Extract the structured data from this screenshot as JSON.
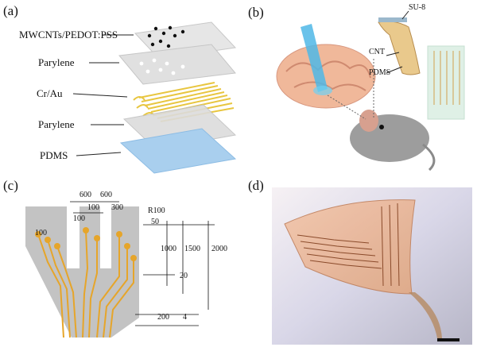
{
  "panel_labels": {
    "a": "(a)",
    "b": "(b)",
    "c": "(c)",
    "d": "(d)"
  },
  "panel_a": {
    "layers": [
      "MWCNTs/PEDOT:PSS",
      "Parylene",
      "Cr/Au",
      "Parylene",
      "PDMS"
    ]
  },
  "panel_b": {
    "labels": [
      "SU-8",
      "CNT",
      "PDMS"
    ]
  },
  "panel_c": {
    "dimensions": [
      "600",
      "600",
      "100",
      "300",
      "100",
      "R100",
      "50",
      "100",
      "1000",
      "1500",
      "2000",
      "20",
      "200",
      "4"
    ]
  },
  "colors": {
    "gold": "#e8b23a",
    "trace_gold": "#e6a52a",
    "substrate_gray": "#bcbcbc",
    "parylene_gray": "#d9d9d9",
    "pdms_blue": "#a9cfee"
  }
}
